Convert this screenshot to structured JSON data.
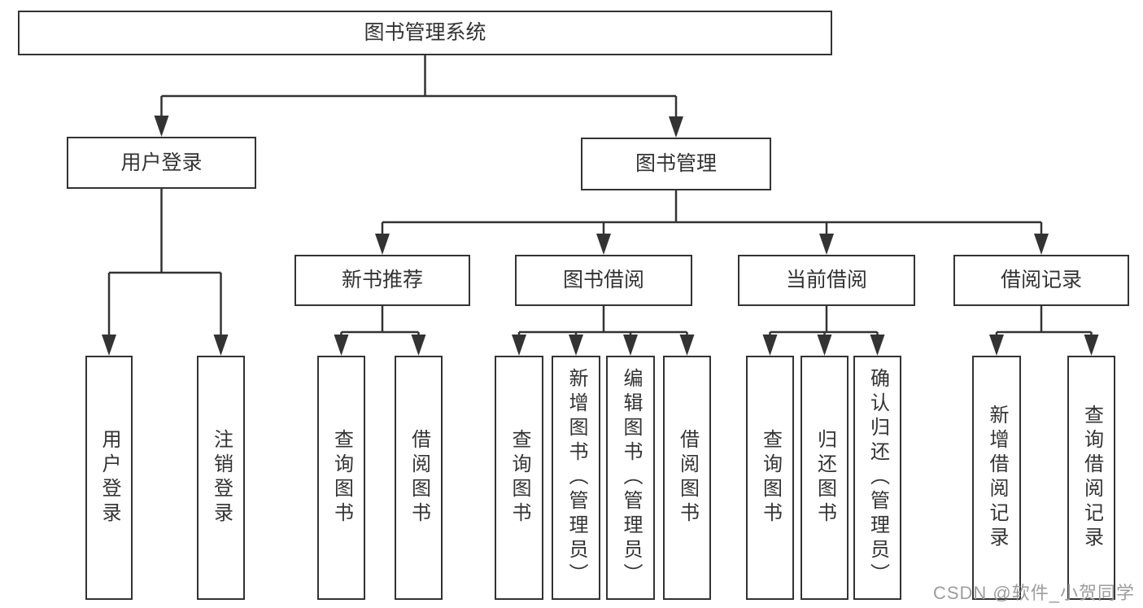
{
  "colors": {
    "background": "#ffffff",
    "line": "#333333",
    "box_border": "#333333",
    "text": "#333333",
    "watermark": "#9d9d9d"
  },
  "root": {
    "label": "图书管理系统"
  },
  "user_login": {
    "label": "用户登录",
    "children": {
      "login": {
        "label": "用户登录"
      },
      "logout": {
        "label": "注销登录"
      }
    }
  },
  "book_mgmt": {
    "label": "图书管理",
    "children": {
      "new_book": {
        "label": "新书推荐",
        "children": {
          "query": {
            "label": "查询图书"
          },
          "borrow": {
            "label": "借阅图书"
          }
        }
      },
      "borrowing": {
        "label": "图书借阅",
        "children": {
          "query": {
            "label": "查询图书"
          },
          "add": {
            "label": "新增图书（管理员）"
          },
          "edit": {
            "label": "编辑图书（管理员）"
          },
          "borrow": {
            "label": "借阅图书"
          }
        }
      },
      "current": {
        "label": "当前借阅",
        "children": {
          "query": {
            "label": "查询图书"
          },
          "return": {
            "label": "归还图书"
          },
          "confirm": {
            "label": "确认归还（管理员）"
          }
        }
      },
      "records": {
        "label": "借阅记录",
        "children": {
          "add": {
            "label": "新增借阅记录"
          },
          "query": {
            "label": "查询借阅记录"
          }
        }
      }
    }
  },
  "watermark": {
    "text": "CSDN @软件_小贺同学"
  }
}
